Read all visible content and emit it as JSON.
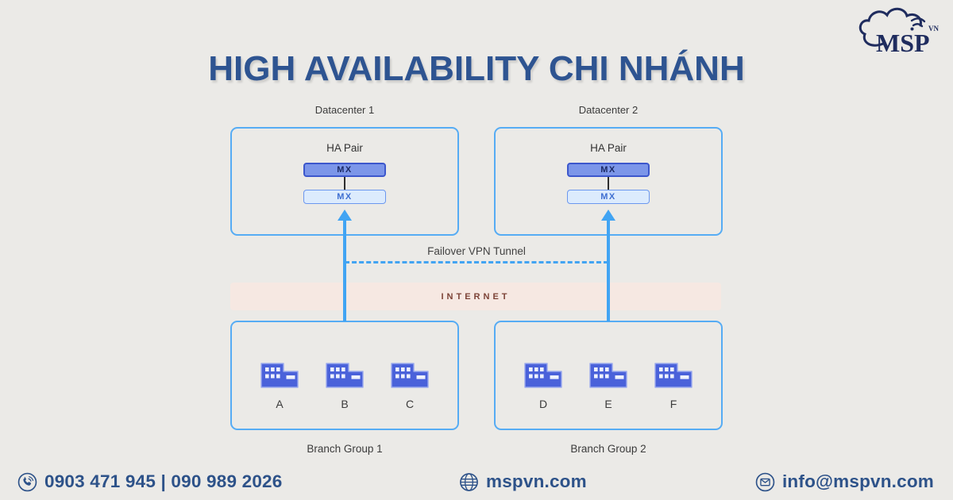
{
  "title": "HIGH AVAILABILITY CHI NHÁNH",
  "logo": {
    "name": "MSP",
    "region": "VN"
  },
  "diagram": {
    "datacenters": [
      {
        "label": "Datacenter 1",
        "ha_label": "HA Pair",
        "mx_top": "MX",
        "mx_bottom": "MX"
      },
      {
        "label": "Datacenter 2",
        "ha_label": "HA Pair",
        "mx_top": "MX",
        "mx_bottom": "MX"
      }
    ],
    "tunnel_label": "Failover VPN Tunnel",
    "internet_label": "INTERNET",
    "branch_groups": [
      {
        "label": "Branch Group 1",
        "branches": [
          "A",
          "B",
          "C"
        ]
      },
      {
        "label": "Branch Group 2",
        "branches": [
          "D",
          "E",
          "F"
        ]
      }
    ]
  },
  "footer": {
    "phone": "0903 471 945  | 090 989 2026",
    "website": "mspvn.com",
    "email": "info@mspvn.com"
  },
  "colors": {
    "background": "#ebeae7",
    "title": "#2e5491",
    "box_border": "#56acf4",
    "arrow_blue": "#41a4f3",
    "mx_primary_fill": "#7c96e9",
    "mx_primary_border": "#3c57cc",
    "mx_secondary_fill": "#dcebfd",
    "mx_secondary_border": "#6b97ef",
    "building_fill": "#4a62da",
    "internet_band": "#f6e8e2",
    "internet_text": "#7c4337",
    "footer_text": "#2d5289",
    "label_text": "#3b3b3b"
  }
}
